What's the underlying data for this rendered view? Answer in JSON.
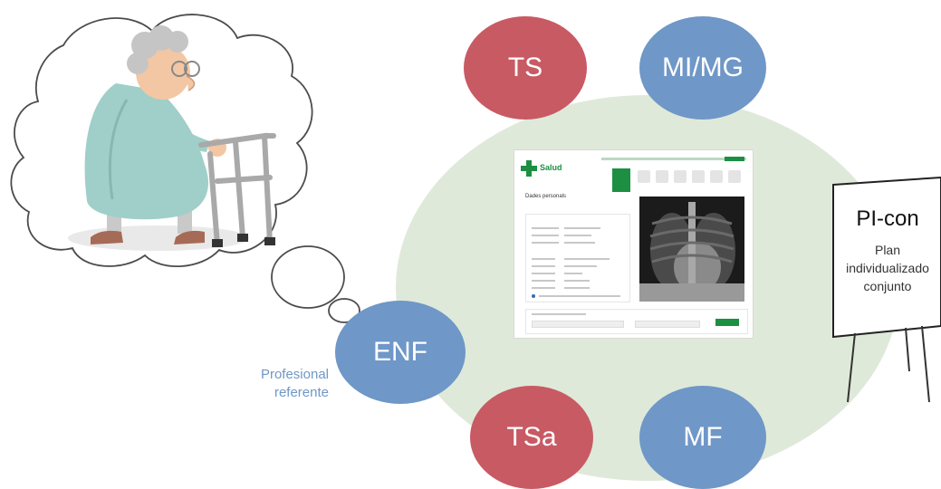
{
  "nodes": {
    "ts": "TS",
    "mi_mg": "MI/MG",
    "enf": "ENF",
    "tsa": "TSa",
    "mf": "MF"
  },
  "caption": {
    "line1": "Profesional",
    "line2": "referente"
  },
  "easel": {
    "title": "PI-con",
    "line1": "Plan",
    "line2": "individualizado",
    "line3": "conjunto"
  },
  "screenshot": {
    "brand": "Salud",
    "section_title": "Dades personals"
  },
  "colors": {
    "red": "#c85a63",
    "blue": "#6f97c7",
    "ellipse": "#dfe9d9",
    "caption": "#6f97c7",
    "brand_green": "#1d8f43"
  },
  "icons": [
    "elderly-woman-with-walker-icon",
    "thought-cloud-icon",
    "medical-cross-icon",
    "chest-xray-icon",
    "easel-icon"
  ]
}
